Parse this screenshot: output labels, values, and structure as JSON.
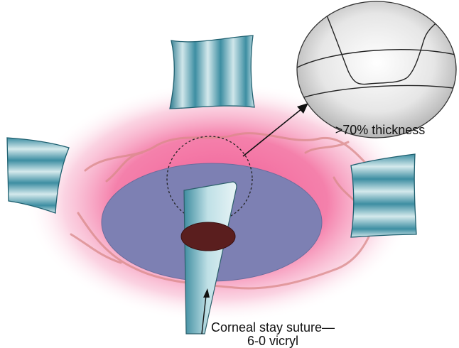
{
  "labels": {
    "thickness": ">70% thickness",
    "suture_line1": "Corneal stay suture—",
    "suture_line2": "6-0 vicryl"
  },
  "colors": {
    "conjunctiva_pink": "#f27aa6",
    "cornea_purple": "#7c7fb0",
    "incision_dark": "#5a1e1e",
    "tool_teal": "#3e8ea0",
    "tool_light": "#d7ecef",
    "vessel": "#d98a8a",
    "inset_gray": "#bdbdbd"
  }
}
